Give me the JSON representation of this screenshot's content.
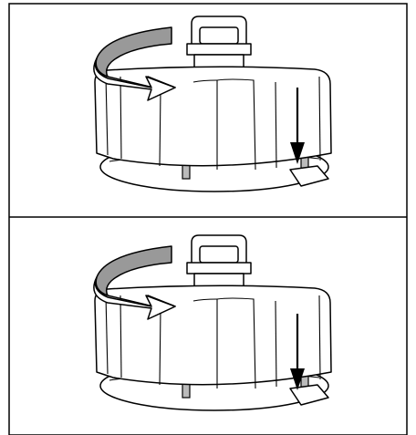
{
  "panels": [
    {
      "id": "top",
      "step": "rotate-cap-with-lever-raised"
    },
    {
      "id": "bottom",
      "step": "rotate-cap-with-lever-pressed"
    }
  ],
  "colors": {
    "line": "#000000",
    "frame": "#000000",
    "rotation_band": "#999999",
    "background": "#ffffff"
  },
  "icons": [
    "rotation-arrow-icon",
    "down-arrow-icon"
  ]
}
